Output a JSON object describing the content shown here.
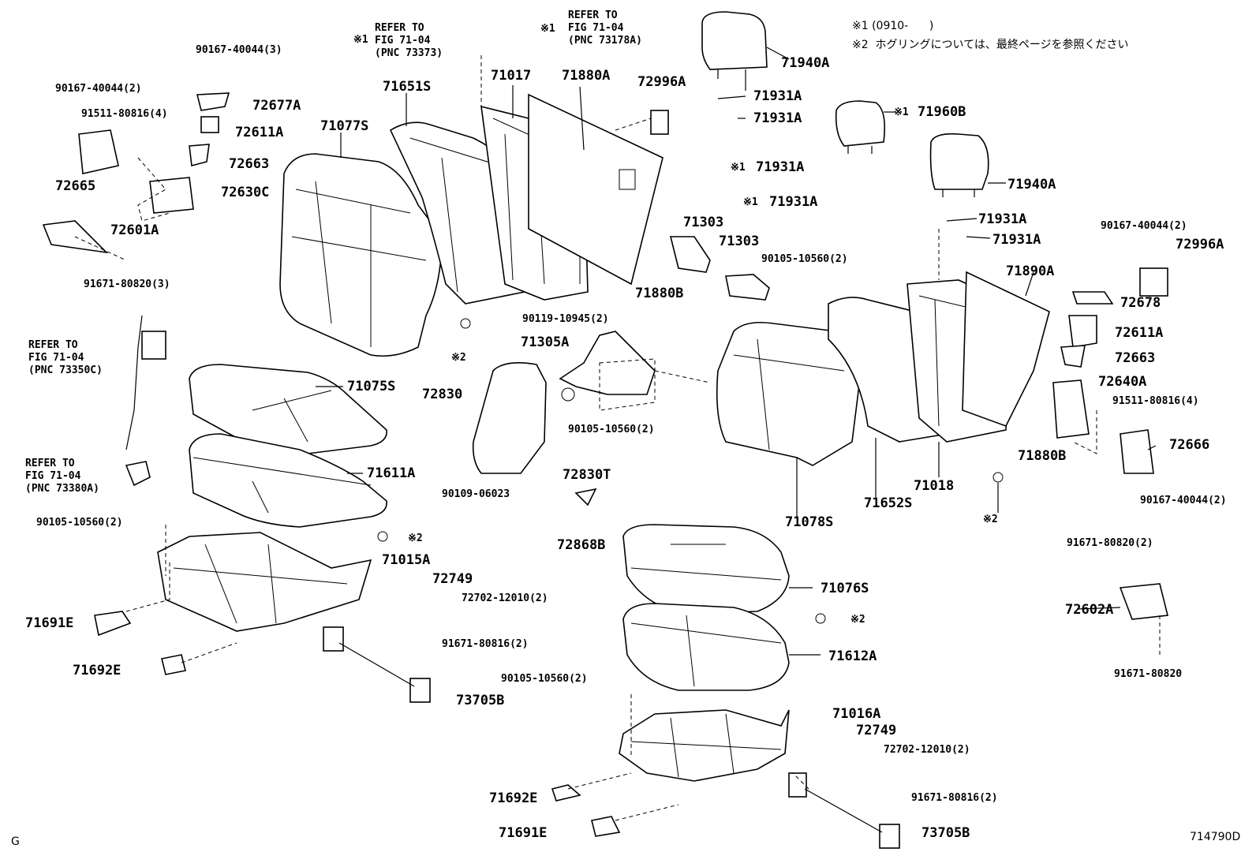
{
  "notes": {
    "n1": "※1 (0910-      )",
    "n2": "※2  ホグリングについては、最終ページを参照ください"
  },
  "footer": {
    "left": "G",
    "right": "714790D"
  },
  "refs": {
    "r1": "REFER TO\nFIG 71-04\n(PNC 73373)",
    "r2": "REFER TO\nFIG 71-04\n(PNC 73178A)",
    "r3": "REFER TO\nFIG 71-04\n(PNC 73350C)",
    "r4": "REFER TO\nFIG 71-04\n(PNC 73380A)"
  },
  "marks": {
    "m1": "※1",
    "m2": "※2"
  },
  "parts": {
    "p90167_40044_3": "90167-40044(3)",
    "p90167_40044_2a": "90167-40044(2)",
    "p91511_80816_4a": "91511-80816(4)",
    "p72677A": "72677A",
    "p72611A_l": "72611A",
    "p72663_l": "72663",
    "p72665": "72665",
    "p72630C": "72630C",
    "p72601A": "72601A",
    "p91671_80820_3": "91671-80820(3)",
    "p71651S": "71651S",
    "p71077S": "71077S",
    "p71017": "71017",
    "p71880A": "71880A",
    "p72996A_t": "72996A",
    "p71940A_t": "71940A",
    "p71931A_1": "71931A",
    "p71931A_2": "71931A",
    "p71960B": "71960B",
    "p71931A_3": "71931A",
    "p71931A_4": "71931A",
    "p71940A_r": "71940A",
    "p71931A_5": "71931A",
    "p71931A_6": "71931A",
    "p71303_a": "71303",
    "p71303_b": "71303",
    "p90105_10560_2a": "90105-10560(2)",
    "p71880B_a": "71880B",
    "p90119_10945_2": "90119-10945(2)",
    "p71305A": "71305A",
    "p72830": "72830",
    "p90105_10560_2b": "90105-10560(2)",
    "p72830T": "72830T",
    "p90109_06023": "90109-06023",
    "p72868B": "72868B",
    "p71075S": "71075S",
    "p71611A": "71611A",
    "p90105_10560_2c": "90105-10560(2)",
    "p71015A": "71015A",
    "p72749_a": "72749",
    "p72702_12010_2a": "72702-12010(2)",
    "p71691E_a": "71691E",
    "p71692E_a": "71692E",
    "p91671_80816_2a": "91671-80816(2)",
    "p73705B_a": "73705B",
    "p71076S": "71076S",
    "p71612A": "71612A",
    "p90105_10560_2d": "90105-10560(2)",
    "p71016A": "71016A",
    "p72749_b": "72749",
    "p72702_12010_2b": "72702-12010(2)",
    "p71692E_b": "71692E",
    "p91671_80816_2b": "91671-80816(2)",
    "p71691E_b": "71691E",
    "p73705B_b": "73705B",
    "p71890A": "71890A",
    "p90167_40044_2b": "90167-40044(2)",
    "p72996A_r": "72996A",
    "p72678": "72678",
    "p72611A_r": "72611A",
    "p72663_r": "72663",
    "p72640A": "72640A",
    "p91511_80816_4b": "91511-80816(4)",
    "p72666": "72666",
    "p90167_40044_2c": "90167-40044(2)",
    "p71880B_b": "71880B",
    "p71018": "71018",
    "p71078S": "71078S",
    "p71652S": "71652S",
    "p91671_80820_2": "91671-80820(2)",
    "p72602A": "72602A",
    "p91671_80820": "91671-80820"
  }
}
